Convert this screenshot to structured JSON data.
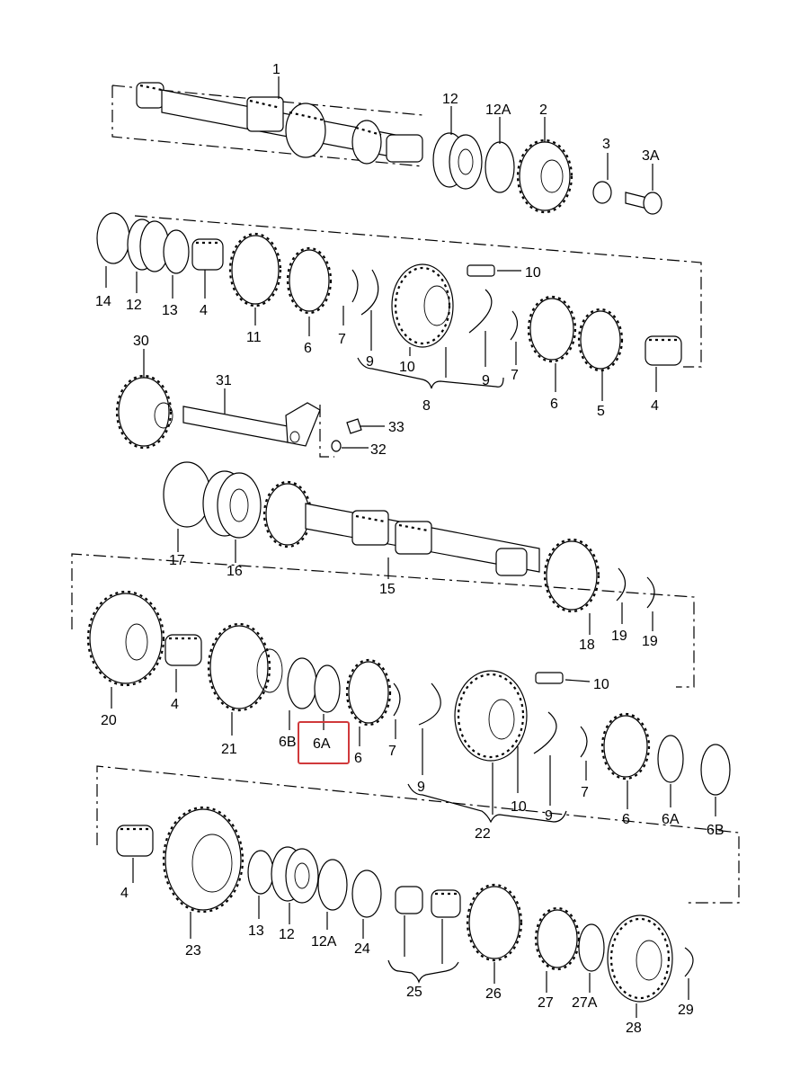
{
  "diagram": {
    "labels": {
      "p1": "1",
      "p12a": "12",
      "p12Aa": "12A",
      "p2": "2",
      "p3": "3",
      "p3A": "3A",
      "p14": "14",
      "p12b": "12",
      "p13a": "13",
      "p4a": "4",
      "p11": "11",
      "p6a": "6",
      "p7a": "7",
      "p9a": "9",
      "p10a": "10",
      "p10b": "10",
      "p9b": "9",
      "p7b": "7",
      "p6b": "6",
      "p5": "5",
      "p4b": "4",
      "p8": "8",
      "p30": "30",
      "p31": "31",
      "p33": "33",
      "p32": "32",
      "p17": "17",
      "p16": "16",
      "p15": "15",
      "p18": "18",
      "p19a": "19",
      "p19b": "19",
      "p20": "20",
      "p4c": "4",
      "p21": "21",
      "p6Ba": "6B",
      "p6Aa": "6A",
      "p6c": "6",
      "p7c": "7",
      "p9c": "9",
      "p10c": "10",
      "p10d": "10",
      "p9d": "9",
      "p7d": "7",
      "p22": "22",
      "p6d": "6",
      "p6Ab": "6A",
      "p6Bb": "6B",
      "p4d": "4",
      "p23": "23",
      "p13b": "13",
      "p12c": "12",
      "p12Ab": "12A",
      "p24": "24",
      "p25": "25",
      "p26": "26",
      "p27": "27",
      "p27A": "27A",
      "p28": "28",
      "p29": "29"
    },
    "highlight": {
      "label": "6A",
      "color": "#d0393b"
    }
  }
}
